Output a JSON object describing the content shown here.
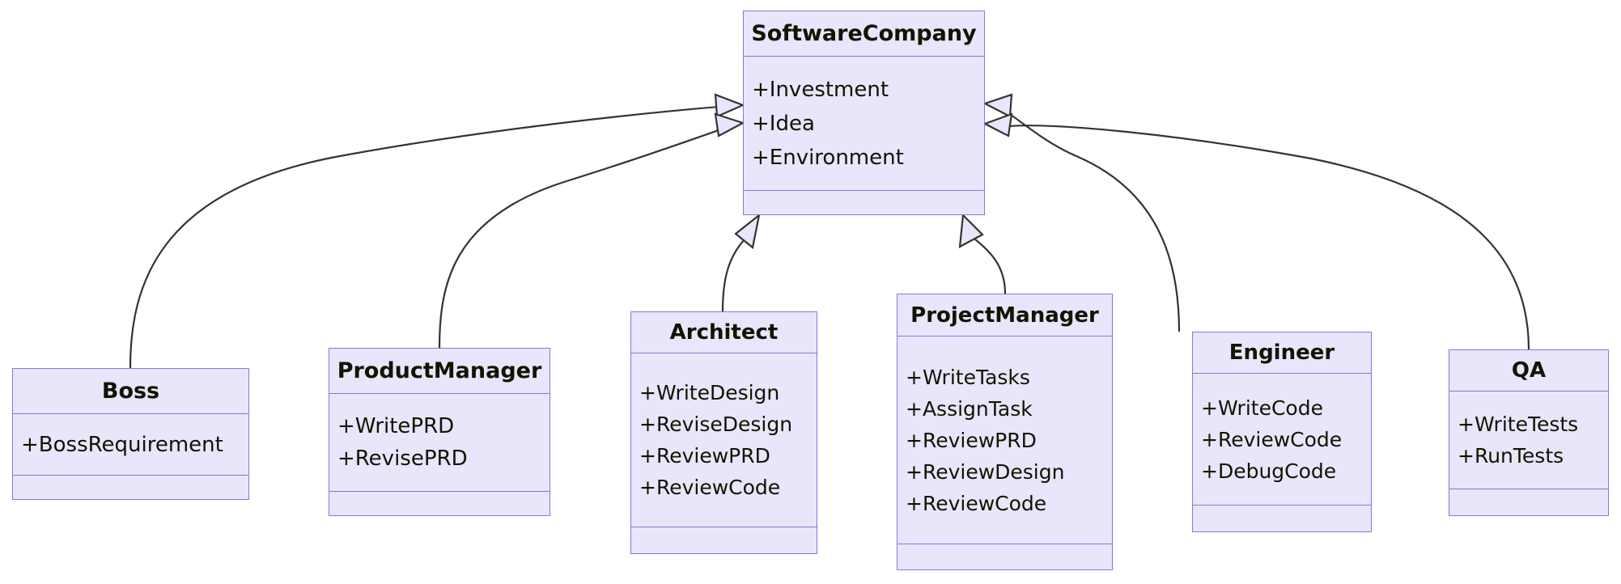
{
  "diagram": {
    "type": "uml-class-diagram",
    "colors": {
      "node_fill": "#e7e6fb",
      "node_border": "#9370db",
      "edge_stroke": "#333333",
      "text": "#131300",
      "background": "#ffffff"
    },
    "classes": [
      {
        "id": "softwarecompany",
        "name": "SoftwareCompany",
        "members": [
          "+Investment",
          "+Idea",
          "+Environment"
        ],
        "methods": []
      },
      {
        "id": "boss",
        "name": "Boss",
        "members": [
          "+BossRequirement"
        ],
        "methods": []
      },
      {
        "id": "productmanager",
        "name": "ProductManager",
        "members": [
          "+WritePRD",
          "+RevisePRD"
        ],
        "methods": []
      },
      {
        "id": "architect",
        "name": "Architect",
        "members": [
          "+WriteDesign",
          "+ReviseDesign",
          "+ReviewPRD",
          "+ReviewCode"
        ],
        "methods": []
      },
      {
        "id": "projectmanager",
        "name": "ProjectManager",
        "members": [
          "+WriteTasks",
          "+AssignTask",
          "+ReviewPRD",
          "+ReviewDesign",
          "+ReviewCode"
        ],
        "methods": []
      },
      {
        "id": "engineer",
        "name": "Engineer",
        "members": [
          "+WriteCode",
          "+ReviewCode",
          "+DebugCode"
        ],
        "methods": []
      },
      {
        "id": "qa",
        "name": "QA",
        "members": [
          "+WriteTests",
          "+RunTests"
        ],
        "methods": []
      }
    ],
    "relations": [
      {
        "from": "Boss",
        "to": "SoftwareCompany",
        "kind": "inheritance",
        "label": ""
      },
      {
        "from": "ProductManager",
        "to": "SoftwareCompany",
        "kind": "inheritance",
        "label": ""
      },
      {
        "from": "Architect",
        "to": "SoftwareCompany",
        "kind": "inheritance",
        "label": ""
      },
      {
        "from": "ProjectManager",
        "to": "SoftwareCompany",
        "kind": "inheritance",
        "label": ""
      },
      {
        "from": "Engineer",
        "to": "SoftwareCompany",
        "kind": "inheritance",
        "label": ""
      },
      {
        "from": "QA",
        "to": "SoftwareCompany",
        "kind": "inheritance",
        "label": ""
      }
    ]
  }
}
